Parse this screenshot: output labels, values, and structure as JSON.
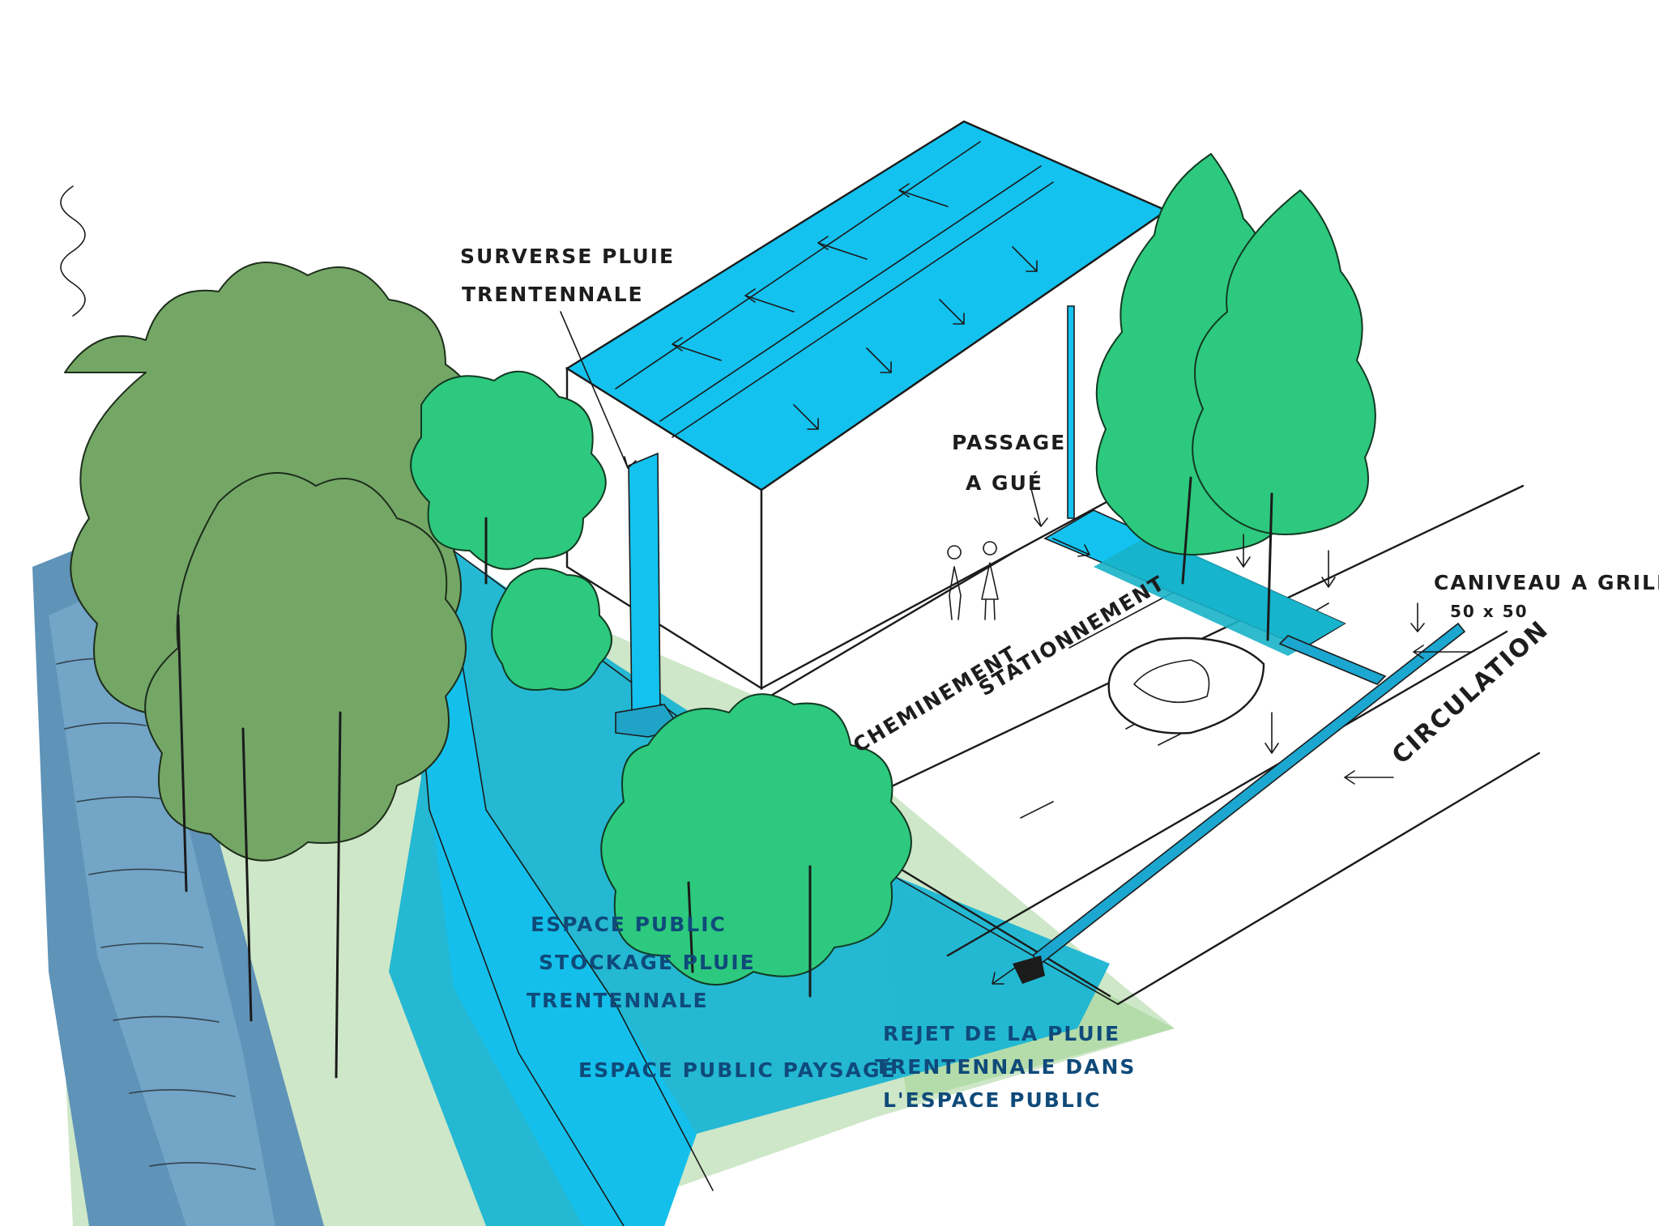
{
  "labels": {
    "surverse_line1": "SURVERSE PLUIE",
    "surverse_line2": "TRENTENNALE",
    "passage_line1": "PASSAGE",
    "passage_line2": "A GUÉ",
    "caniveau_line1": "CANIVEAU A GRILLE",
    "caniveau_line2": "50 x 50",
    "cheminement": "CHEMINEMENT",
    "stationnement": "STATIONNEMENT",
    "circulation": "CIRCULATION",
    "espace_public_line1": "ESPACE PUBLIC",
    "espace_public_line2": "STOCKAGE PLUIE",
    "espace_public_line3": "TRENTENNALE",
    "espace_paysage": "ESPACE PUBLIC PAYSAGÉ",
    "rejet_line1": "REJET DE LA PLUIE",
    "rejet_line2": "TRENTENNALE DANS",
    "rejet_line3": "L'ESPACE PUBLIC"
  },
  "colors": {
    "roof_water": "#14c0ec",
    "storage_water": "#1bb6d6",
    "river": "#5b8fb3",
    "grass": "#b9dcb1",
    "tree_dark": "#74a766",
    "tree_bright": "#2dc97e"
  }
}
